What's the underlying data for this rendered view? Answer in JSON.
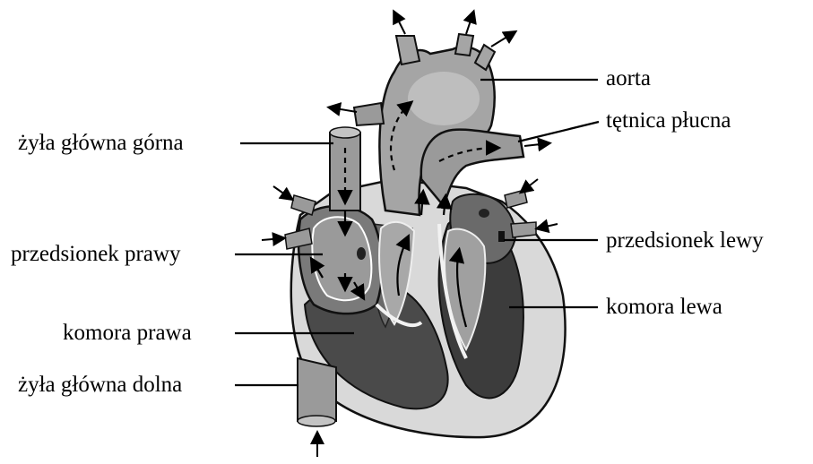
{
  "labels": {
    "aorta": "aorta",
    "pulmonary_artery": "tętnica płucna",
    "superior_vena_cava": "żyła główna górna",
    "right_atrium": "przedsionek prawy",
    "left_atrium": "przedsionek lewy",
    "right_ventricle": "komora prawa",
    "left_ventricle": "komora lewa",
    "inferior_vena_cava": "żyła główna dolna"
  },
  "colors": {
    "vessel": "#9a9a9a",
    "vessel_light": "#c4c4c4",
    "chamber_dark": "#3c3c3c",
    "muscle": "#6a6a6a",
    "outline": "#111111",
    "wall_light": "#d9d9d9"
  }
}
